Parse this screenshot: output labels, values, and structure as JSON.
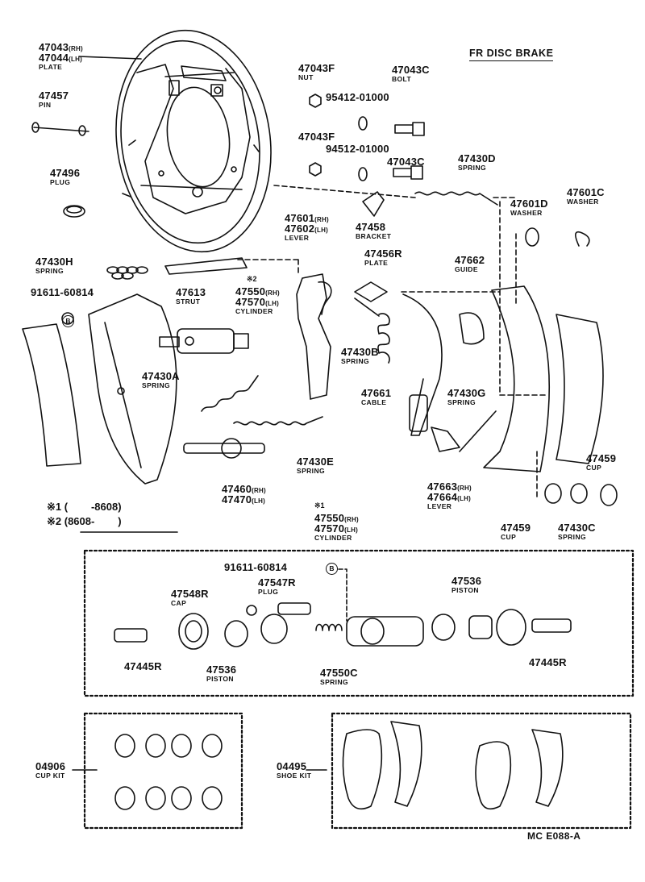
{
  "header": {
    "title": "FR DISC BRAKE",
    "code": "MC E088-A"
  },
  "symbols": {
    "b_mark": "B",
    "note1": "※1",
    "note2": "※2"
  },
  "notes": [
    {
      "mark": "※1",
      "range": "(        -8608)"
    },
    {
      "mark": "※2",
      "range": "(8608-        )"
    }
  ],
  "parts": {
    "p47043": {
      "num1": "47043",
      "sfx1": "(RH)",
      "num2": "47044",
      "sfx2": "(LH)",
      "name": "PLATE"
    },
    "p47457": {
      "num": "47457",
      "name": "PIN"
    },
    "p47496": {
      "num": "47496",
      "name": "PLUG"
    },
    "p47043f_a": {
      "num": "47043F",
      "name": "NUT"
    },
    "p95412": {
      "num": "95412-01000"
    },
    "p47043f_b": {
      "num": "47043F"
    },
    "p94512": {
      "num": "94512-01000"
    },
    "p47043c_a": {
      "num": "47043C",
      "name": "BOLT"
    },
    "p47043c_b": {
      "num": "47043C"
    },
    "p47430d": {
      "num": "47430D",
      "name": "SPRING"
    },
    "p47601d": {
      "num": "47601D",
      "name": "WASHER"
    },
    "p47601c": {
      "num": "47601C",
      "name": "WASHER"
    },
    "p47601": {
      "num1": "47601",
      "sfx1": "(RH)",
      "num2": "47602",
      "sfx2": "(LH)",
      "name": "LEVER"
    },
    "p47458": {
      "num": "47458",
      "name": "BRACKET"
    },
    "p47430h": {
      "num": "47430H",
      "name": "SPRING"
    },
    "p91611a": {
      "num": "91611-60814"
    },
    "p47613": {
      "num": "47613",
      "name": "STRUT"
    },
    "p47550a": {
      "num1": "47550",
      "sfx1": "(RH)",
      "num2": "47570",
      "sfx2": "(LH)",
      "name": "CYLINDER"
    },
    "p47456r": {
      "num": "47456R",
      "name": "PLATE"
    },
    "p47662": {
      "num": "47662",
      "name": "GUIDE"
    },
    "p47430a": {
      "num": "47430A",
      "name": "SPRING"
    },
    "p47430b": {
      "num": "47430B",
      "name": "SPRING"
    },
    "p47661": {
      "num": "47661",
      "name": "CABLE"
    },
    "p47430g": {
      "num": "47430G",
      "name": "SPRING"
    },
    "p47430e": {
      "num": "47430E",
      "name": "SPRING"
    },
    "p47459a": {
      "num": "47459",
      "name": "CUP"
    },
    "p47460": {
      "num1": "47460",
      "sfx1": "(RH)",
      "num2": "47470",
      "sfx2": "(LH)"
    },
    "p47663": {
      "num1": "47663",
      "sfx1": "(RH)",
      "num2": "47664",
      "sfx2": "(LH)",
      "name": "LEVER"
    },
    "p47459b": {
      "num": "47459",
      "name": "CUP"
    },
    "p47430c": {
      "num": "47430C",
      "name": "SPRING"
    },
    "p47550b": {
      "num1": "47550",
      "sfx1": "(RH)",
      "num2": "47570",
      "sfx2": "(LH)",
      "name": "CYLINDER"
    },
    "p91611b": {
      "num": "91611-60814"
    },
    "p47548r": {
      "num": "47548R",
      "name": "CAP"
    },
    "p47547r": {
      "num": "47547R",
      "name": "PLUG"
    },
    "p47536a": {
      "num": "47536",
      "name": "PISTON"
    },
    "p47445ra": {
      "num": "47445R"
    },
    "p47536b": {
      "num": "47536",
      "name": "PISTON"
    },
    "p47550c": {
      "num": "47550C",
      "name": "SPRING"
    },
    "p47445rb": {
      "num": "47445R"
    },
    "p04906": {
      "num": "04906",
      "name": "CUP KIT"
    },
    "p04495": {
      "num": "04495",
      "name": "SHOE KIT"
    }
  }
}
